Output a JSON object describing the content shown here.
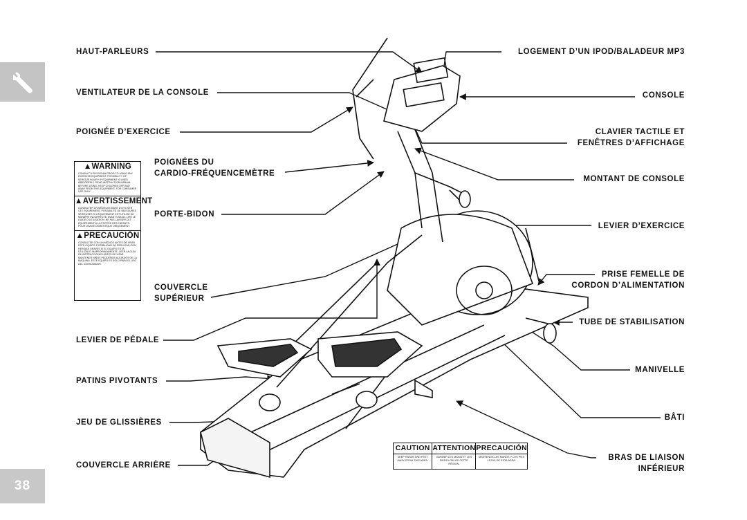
{
  "page_number": "38",
  "section_icon": "wrench-icon",
  "labels_left": {
    "haut_parleurs": "HAUT-PARLEURS",
    "ventilateur": "VENTILATEUR DE LA CONSOLE",
    "poignee_exercice": "POIGNÉE D’EXERCICE",
    "poignees_cardio_1": "POIGNÉES DU",
    "poignees_cardio_2": "CARDIO-FRÉQUENCEMÈTRE",
    "porte_bidon": "PORTE-BIDON",
    "couvercle_sup_1": "COUVERCLE",
    "couvercle_sup_2": "SUPÉRIEUR",
    "levier_pedale": "LEVIER DE PÉDALE",
    "patins": "PATINS PIVOTANTS",
    "glissieres": "JEU DE GLISSIÈRES",
    "couvercle_arriere": "COUVERCLE ARRIÈRE"
  },
  "labels_right": {
    "logement": "LOGEMENT D’UN IPOD/BALADEUR MP3",
    "console": "CONSOLE",
    "clavier_1": "CLAVIER TACTILE ET",
    "clavier_2": "FENÊTRES D’AFFICHAGE",
    "montant": "MONTANT DE CONSOLE",
    "levier_exercice": "LEVIER D’EXERCICE",
    "prise_1": "PRISE FEMELLE DE",
    "prise_2": "CORDON D’ALIMENTATION",
    "tube": "TUBE DE STABILISATION",
    "manivelle": "MANIVELLE",
    "bati": "BÂTI",
    "bras_1": "BRAS DE LIAISON",
    "bras_2": "INFÉRIEUR"
  },
  "warning_label": {
    "warning_title": "WARNING",
    "warning_text": "Consult a physician prior to using any exercise equipment. Possibility of serious injury if equipment is used improperly. Read instruction manual before using. Keep children off and away from this equipment. For consumer use only.",
    "avertissement_title": "AVERTISSEMENT",
    "avertissement_text": "Consulter un médecin avant d’utiliser cet équipement. Possibilité de blessures sérieuses si l’équipement est utilisé de manière incorrecte. Avant usage, lire le guide d’utilisation. Ne pas laisser cet équipement à la portée des enfants. Pour usage domestique uniquement.",
    "precaucion_title": "PRECAUCIÓN",
    "precaucion_text": "Consultar con un médico antes de usar este equipo. Posibilidad de resultar con heridas graves si el equipo está utilizado inapropiadamente. Leer la guía de instrucciones antes de usar. Mantener niños pequeños alejados de la máquina. Este equipo es sólo para el uso del consumidor."
  },
  "caution_label": {
    "caution_title": "CAUTION",
    "caution_text": "Keep hands and feet away from this area.",
    "attention_title": "ATTENTION",
    "attention_text": "Garder les mains et les pieds loin de cette région.",
    "precaucion_title": "PRECAUCIÓN",
    "precaucion_text": "Mantenga las manos y los pies lejos de esta área."
  }
}
